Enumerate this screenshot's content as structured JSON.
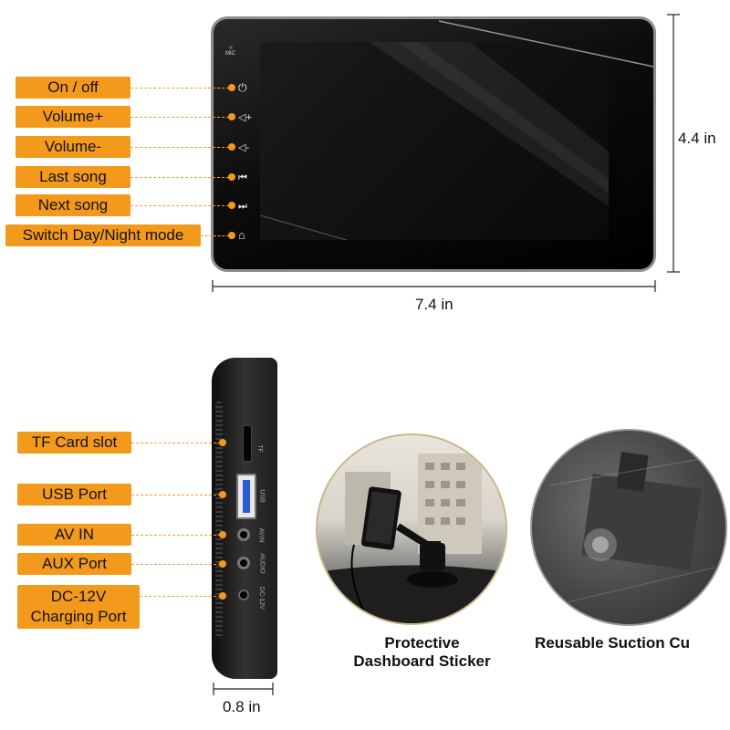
{
  "top_labels": [
    "On / off",
    "Volume+",
    "Volume-",
    "Last song",
    "Next song",
    "Switch Day/Night mode"
  ],
  "top_icons": [
    "power-icon",
    "volume-up-icon",
    "volume-down-icon",
    "previous-track-icon",
    "next-track-icon",
    "home-icon"
  ],
  "top_icon_glyphs": [
    "⏻",
    "◁+",
    "◁-",
    "⏮",
    "⏭",
    "⌂"
  ],
  "mic_label": "MIC",
  "dimensions": {
    "height": "4.4 in",
    "width": "7.4 in",
    "depth": "0.8 in"
  },
  "side_labels": {
    "tf": "TF Card slot",
    "usb": "USB Port",
    "av": "AV IN",
    "aux": "AUX Port",
    "dc_line1": "DC-12V",
    "dc_line2": "Charging Port"
  },
  "port_markings": {
    "tf": "TF",
    "usb": "USB",
    "av": "AVIN",
    "aux": "AUDIO",
    "dc": "DC-12V"
  },
  "captions": {
    "sticker_line1": "Protective",
    "sticker_line2": "Dashboard Sticker",
    "suction": "Reusable Suction Cu"
  },
  "colors": {
    "accent": "#f39a1d",
    "device": "#0b0b0b"
  }
}
